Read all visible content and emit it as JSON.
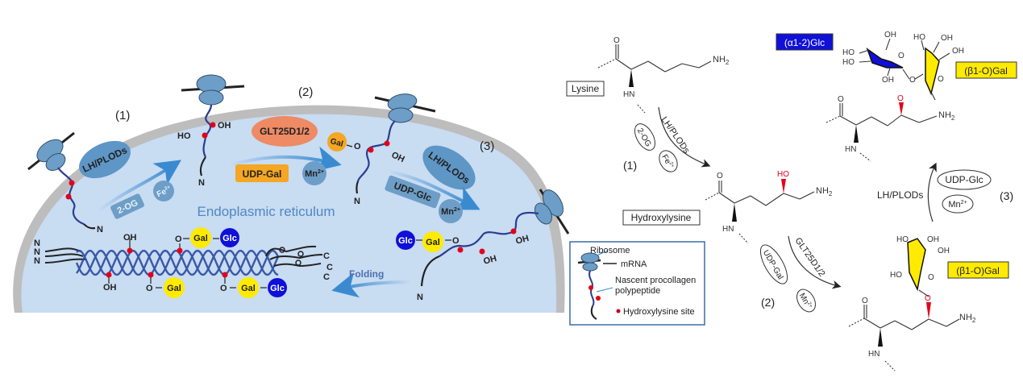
{
  "left_panel": {
    "compartment_label": "Endoplasmic reticulum",
    "steps": [
      "(1)",
      "(2)",
      "(3)"
    ],
    "enzymes": {
      "lh_plods_1": "LH/PLODs",
      "glt25d": "GLT25D1/2",
      "lh_plods_3": "LH/PLODs"
    },
    "cofactors": {
      "two_og": "2-OG",
      "fe": "Fe",
      "fe_sup": "2+",
      "udp_gal": "UDP-Gal",
      "mn": "Mn",
      "mn_sup": "2+",
      "udp_glc": "UDP-Glc"
    },
    "sugars": {
      "gal": "Gal",
      "glc": "Glc"
    },
    "groups": {
      "oh": "OH",
      "ho": "HO",
      "o": "O",
      "n": "N",
      "c": "C"
    },
    "folding_label": "Folding",
    "colors": {
      "er_fill": "#c8dcf2",
      "membrane": "#bdbdbd",
      "ribosome": "#6d9ec8",
      "chain": "#2b3d8f",
      "site": "#e3001b",
      "gal": "#ffeb00",
      "glc": "#1010d8",
      "glt_enzyme": "#ee8a64",
      "udp_gal_box": "#f5a623",
      "arrow": "#3a8ad0",
      "label_blue": "#4f88c2"
    }
  },
  "legend": {
    "ribosome": "Ribosome",
    "mrna": "mRNA",
    "nascent_line1": "Nascent procollagen",
    "nascent_line2": "polypeptide",
    "site": "Hydroxylysine site"
  },
  "right_panel": {
    "lysine_label": "Lysine",
    "hydroxylysine_label": "Hydroxylysine",
    "glc_label": "(α1-2)Glc",
    "gal_label_top": "(β1-O)Gal",
    "gal_label_bottom": "(β1-O)Gal",
    "step1": "(1)",
    "step2": "(2)",
    "step3": "(3)",
    "enzyme1": "LH/PLODs",
    "enzyme2": "GLT25D1/2",
    "enzyme3": "LH/PLODs",
    "cof_2og": "2-OG",
    "cof_fe": "Fe",
    "cof_udp_gal": "UDP-Gal",
    "cof_mn": "Mn",
    "cof_udp_glc": "UDP-Glc",
    "sup_2plus": "2+",
    "atoms": {
      "o": "O",
      "hn": "HN",
      "nh2": "NH",
      "sub2": "2",
      "ho": "HO",
      "oh": "OH"
    }
  }
}
